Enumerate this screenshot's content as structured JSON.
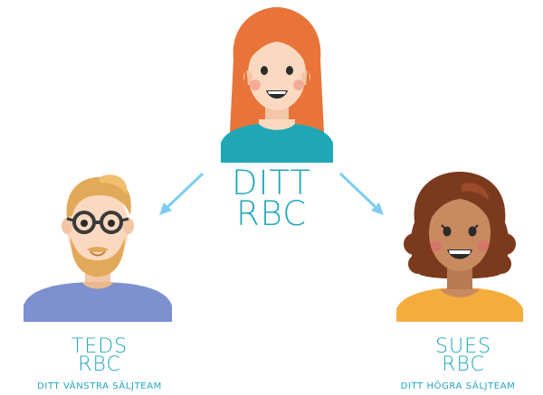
{
  "nodes": {
    "top": {
      "line1": "DITT",
      "line2": "RBC"
    },
    "left": {
      "line1": "TEDS",
      "line2": "RBC",
      "sub": "DITT VÄNSTRA SÄLJTEAM"
    },
    "right": {
      "line1": "SUES",
      "line2": "RBC",
      "sub": "DITT HÖGRA SÄLJTEAM"
    }
  },
  "colors": {
    "label": "#21a7bd",
    "arrow": "#7ccdee",
    "top_hair": "#e8743a",
    "top_shirt": "#1fa7b6",
    "left_hair": "#e2a95a",
    "left_shirt": "#7d90cf",
    "right_hair": "#7b3a1e",
    "right_shirt": "#f4ad3d",
    "skin_light": "#fbd9c0",
    "skin_dark": "#c98a61"
  },
  "icons": [
    "woman-redhead-avatar-icon",
    "man-glasses-beard-avatar-icon",
    "woman-curly-hair-avatar-icon",
    "arrow-down-left-icon",
    "arrow-down-right-icon"
  ]
}
